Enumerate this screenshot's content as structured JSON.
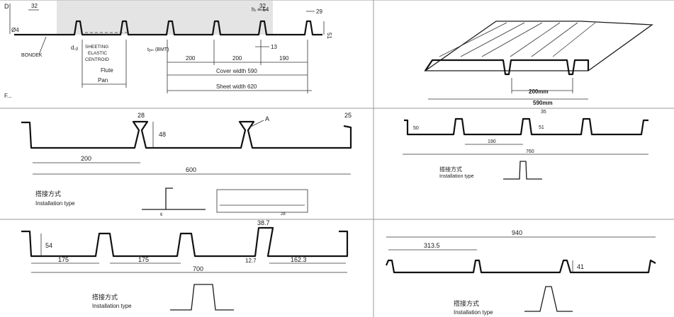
{
  "panel1": {
    "labels": {
      "d": "D",
      "d_h": "Ø4",
      "dim32a": "32",
      "dim32b": "32",
      "hr": "hᵣ = 54",
      "dim29": "29",
      "dim51": "51",
      "bondek": "BONDEK",
      "dcb": "d꜀ᵦ",
      "centroid_1": "SHEETING",
      "centroid_2": "ELASTIC",
      "centroid_3": "CENTROID",
      "flute": "Flute",
      "pan": "Pan",
      "tbm": "tᵦₘ (BMT)",
      "dim13": "13",
      "dim200a": "200",
      "dim200b": "200",
      "dim190": "190",
      "cover_width": "Cover width 590",
      "sheet_width": "Sheet width 620",
      "caption_cut": "F..."
    }
  },
  "panel2": {
    "dim_200mm": "200mm",
    "dim_590mm": "590mm"
  },
  "panel3": {
    "dim28": "28",
    "dim48": "48",
    "dim25": "25",
    "dim200": "200",
    "dim600": "600",
    "label_a": "A",
    "install_zh": "搭接方式",
    "install_en": "Installation type",
    "detail_6": "6",
    "detail_28": "28"
  },
  "panel4": {
    "dim50": "50",
    "dim35": "35",
    "dim51": "51",
    "dim190": "190",
    "dim760": "760",
    "install_zh": "搭接方式",
    "install_en": "Installation type"
  },
  "panel5": {
    "dim54": "54",
    "dim38_7": "38.7",
    "dim175a": "175",
    "dim175b": "175",
    "dim12_7": "12.7",
    "dim162_3": "162.3",
    "dim700": "700",
    "install_zh": "搭接方式",
    "install_en": "Installation type"
  },
  "panel6": {
    "dim940": "940",
    "dim313_5": "313.5",
    "dim41": "41",
    "install_zh": "搭接方式",
    "install_en": "Installation type"
  }
}
